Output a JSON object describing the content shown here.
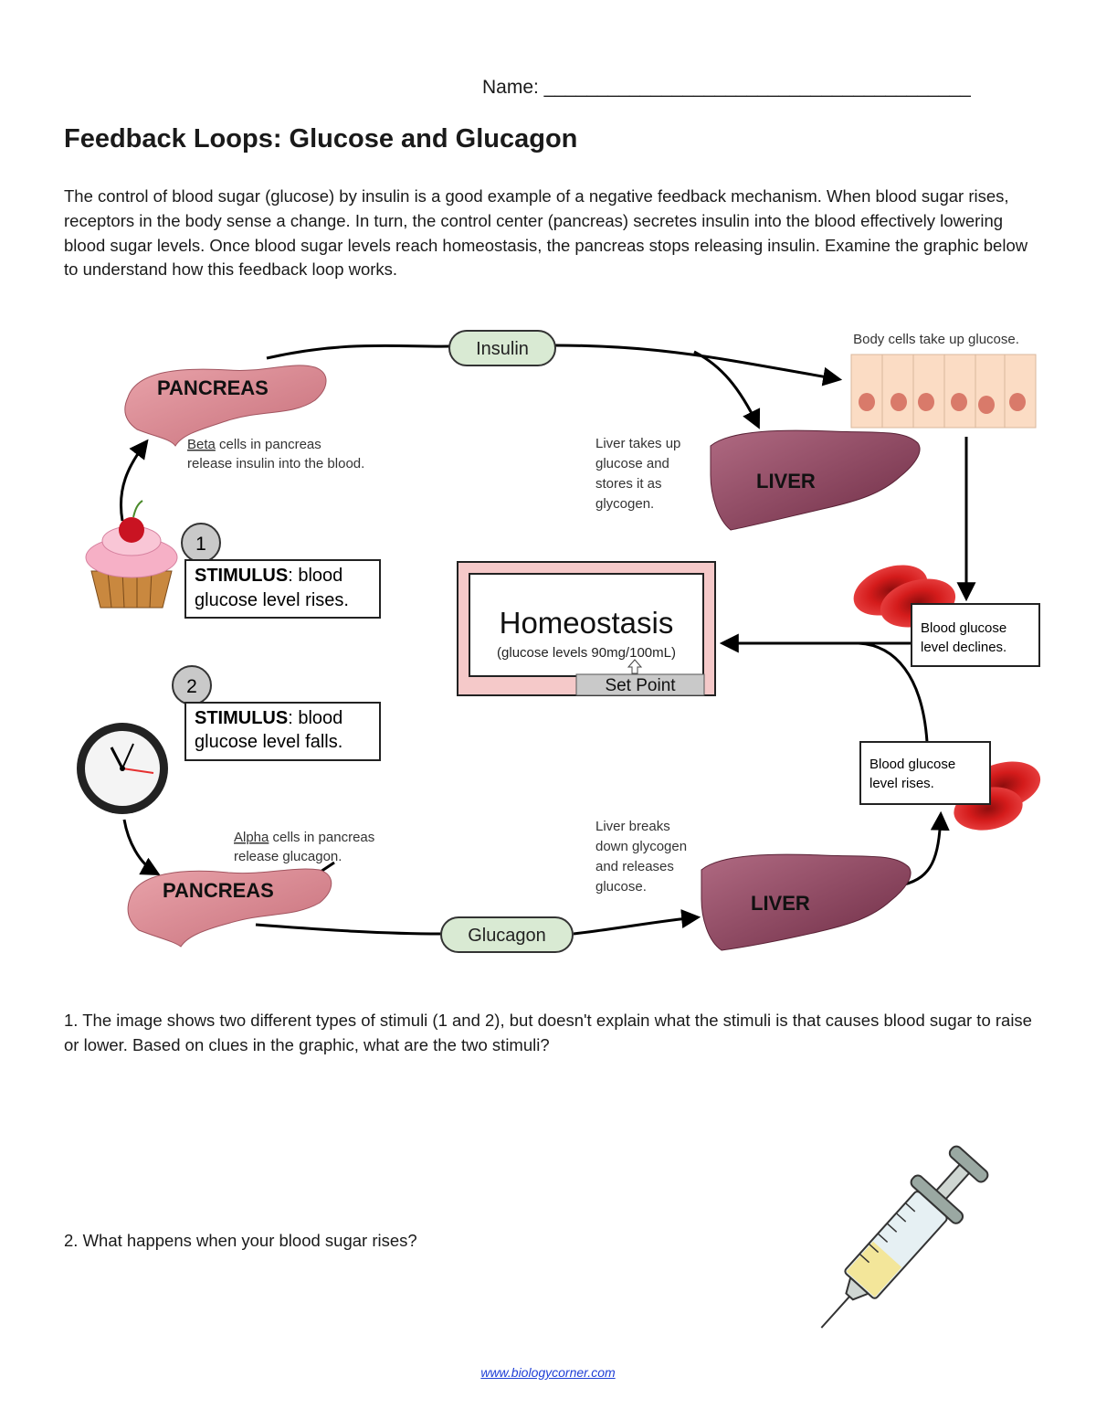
{
  "header": {
    "name_label": "Name: ________________________________________"
  },
  "title": "Feedback Loops: Glucose and Glucagon",
  "intro": "The control of blood sugar (glucose) by insulin is a good example of a negative feedback mechanism. When blood sugar rises, receptors in the body sense a change. In turn, the control center (pancreas) secretes insulin into the blood effectively lowering blood sugar levels. Once blood sugar levels reach homeostasis, the pancreas stops releasing insulin. Examine the graphic below to understand how this feedback loop works.",
  "diagram": {
    "insulin": "Insulin",
    "glucagon": "Glucagon",
    "pancreas_top": "PANCREAS",
    "pancreas_bottom": "PANCREAS",
    "liver_top": "LIVER",
    "liver_bottom": "LIVER",
    "beta_word": "Beta",
    "beta_rest": " cells in pancreas",
    "beta_line2": "release insulin into the blood.",
    "alpha_word": "Alpha",
    "alpha_rest": " cells in pancreas",
    "alpha_line2": "release glucagon.",
    "body_cells": "Body cells take up glucose.",
    "liver_top_caption": [
      "Liver takes up",
      "glucose and",
      "stores it as",
      "glycogen."
    ],
    "liver_bottom_caption": [
      "Liver breaks",
      "down glycogen",
      "and releases",
      "glucose."
    ],
    "stimulus1_number": "1",
    "stimulus1_bold": "STIMULUS",
    "stimulus1_rest": ": blood",
    "stimulus1_line2": "glucose level rises.",
    "stimulus2_number": "2",
    "stimulus2_bold": "STIMULUS",
    "stimulus2_rest": ": blood",
    "stimulus2_line2": "glucose level falls.",
    "homeostasis": "Homeostasis",
    "homeostasis_sub": "(glucose levels 90mg/100mL)",
    "set_point": "Set Point",
    "declines": [
      "Blood glucose",
      "level declines."
    ],
    "rises": [
      "Blood glucose",
      "level rises."
    ]
  },
  "questions": {
    "q1": "1. The image shows two different types of stimuli (1 and 2), but doesn't explain what the stimuli is that causes blood sugar to raise or lower. Based on clues in the graphic, what are the two stimuli?",
    "q2": "2. What happens when your blood sugar rises?"
  },
  "footer": {
    "link": "www.biologycorner.com"
  },
  "colors": {
    "pill_fill": "#d9ead3",
    "pancreas": "#d98a92",
    "liver": "#9b4a63",
    "blood_cell": "#d41b1b",
    "cell_fill": "#fbdcc4",
    "nucleus": "#d97a6a",
    "homeostasis_frame": "#f5c9c9",
    "set_point_fill": "#c9c9c9",
    "link": "#1f3fd6"
  },
  "icons": [
    "cupcake-icon",
    "clock-icon",
    "syringe-icon",
    "red-blood-cells-icon"
  ]
}
